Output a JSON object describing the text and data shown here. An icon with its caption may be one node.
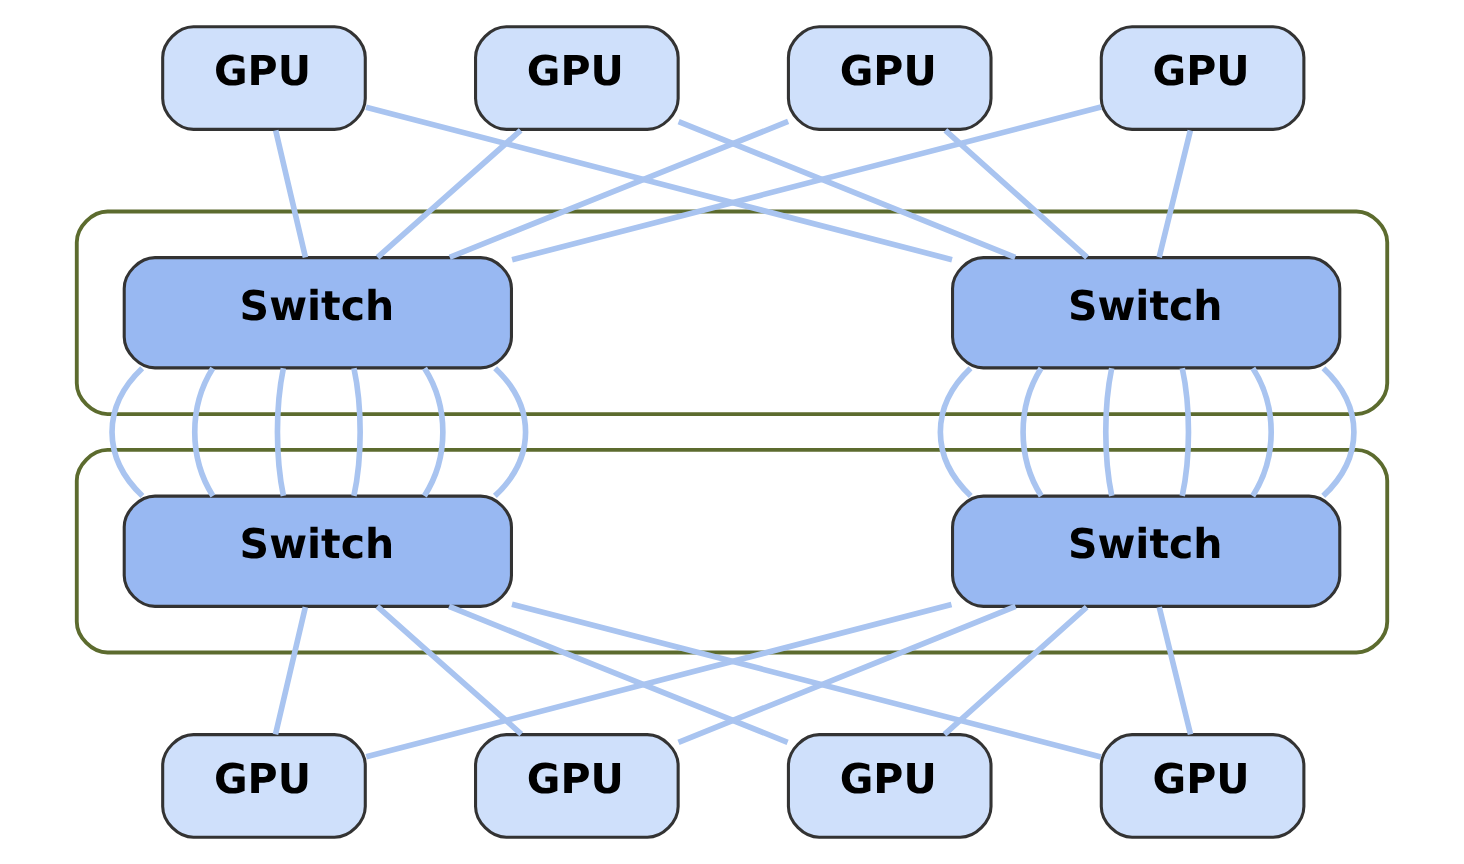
{
  "diagram": {
    "nodes": [
      {
        "text": [
          "GPU"
        ]
      },
      {
        "text": [
          "GPU"
        ]
      },
      {
        "text": [
          "GPU"
        ]
      },
      {
        "text": [
          "GPU"
        ]
      },
      {
        "text": [],
        "shape": "box"
      },
      {
        "text": [
          "Switch"
        ],
        "in": 4
      },
      {
        "text": [
          "Switch"
        ],
        "in": 4
      },
      {
        "text": [],
        "shape": "box"
      },
      {
        "text": [
          "Switch"
        ],
        "in": 7
      },
      {
        "text": [
          "Switch"
        ],
        "in": 7
      },
      {
        "text": [
          "GPU"
        ]
      },
      {
        "text": [
          "GPU"
        ]
      },
      {
        "text": [
          "GPU"
        ]
      },
      {
        "text": [
          "GPU"
        ]
      }
    ],
    "edges": [
      {
        "from": 0,
        "to": 5,
        "arrow": "none"
      },
      {
        "from": 0,
        "to": 6,
        "arrow": "none"
      },
      {
        "from": 1,
        "to": 5,
        "arrow": "none"
      },
      {
        "from": 1,
        "to": 6,
        "arrow": "none"
      },
      {
        "from": 2,
        "to": 5,
        "arrow": "none"
      },
      {
        "from": 2,
        "to": 6,
        "arrow": "none"
      },
      {
        "from": 3,
        "to": 5,
        "arrow": "none"
      },
      {
        "from": 3,
        "to": 6,
        "arrow": "none"
      },
      {
        "from": 5,
        "to": 8,
        "arrow": "none"
      },
      {
        "from": 5,
        "to": 8,
        "arrow": "none"
      },
      {
        "from": 5,
        "to": 8,
        "arrow": "none"
      },
      {
        "from": 5,
        "to": 8,
        "arrow": "none"
      },
      {
        "from": 5,
        "to": 8,
        "arrow": "none"
      },
      {
        "from": 5,
        "to": 8,
        "arrow": "none"
      },
      {
        "from": 6,
        "to": 9,
        "arrow": "none"
      },
      {
        "from": 6,
        "to": 9,
        "arrow": "none"
      },
      {
        "from": 6,
        "to": 9,
        "arrow": "none"
      },
      {
        "from": 6,
        "to": 9,
        "arrow": "none"
      },
      {
        "from": 6,
        "to": 9,
        "arrow": "none"
      },
      {
        "from": 6,
        "to": 9,
        "arrow": "none"
      },
      {
        "from": 8,
        "to": 10,
        "arrow": "none"
      },
      {
        "from": 8,
        "to": 11,
        "arrow": "none"
      },
      {
        "from": 8,
        "to": 12,
        "arrow": "none"
      },
      {
        "from": 8,
        "to": 13,
        "arrow": "none"
      },
      {
        "from": 9,
        "to": 10,
        "arrow": "none"
      },
      {
        "from": 9,
        "to": 11,
        "arrow": "none"
      },
      {
        "from": 9,
        "to": 12,
        "arrow": "none"
      },
      {
        "from": 9,
        "to": 13,
        "arrow": "none"
      }
    ]
  }
}
